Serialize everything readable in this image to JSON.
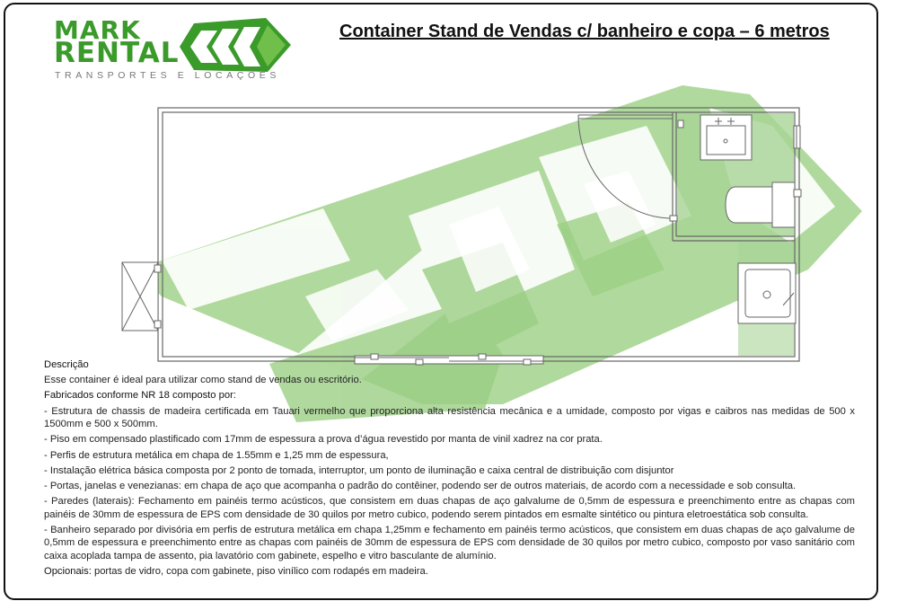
{
  "logo": {
    "line1": "MARK",
    "line2": "RENTAL",
    "tagline": "TRANSPORTES E LOCAÇÕES"
  },
  "title": "Container Stand de Vendas c/ banheiro e copa – 6 metros",
  "colors": {
    "brand_green": "#3a9a2a",
    "watermark_green": "#9ccf85",
    "floor_green": "#a8d496"
  },
  "description": {
    "heading": "Descrição",
    "intro": "Esse container é ideal para utilizar como stand de vendas ou escritório.",
    "fabricated": "Fabricados conforme NR 18 composto por:",
    "items": [
      "- Estrutura de chassis de madeira certificada em Tauari vermelho que proporciona alta resistência mecânica e a umidade, composto por vigas e caibros nas medidas de 500 x 1500mm e 500 x 500mm.",
      "- Piso em compensado plastificado com 17mm de espessura a prova d’água revestido por manta de vinil xadrez na cor prata.",
      "- Perfis de estrutura metálica em chapa de 1.55mm e 1,25 mm de espessura,",
      "- Instalação elétrica básica composta por 2 ponto de tomada, interruptor, um ponto de iluminação e caixa central de distribuição com disjuntor",
      "- Portas, janelas e venezianas: em chapa de aço que acompanha o padrão do contêiner, podendo ser de outros materiais, de acordo com a necessidade e sob consulta.",
      "- Paredes (laterais): Fechamento em painéis termo acústicos, que consistem em duas chapas de aço galvalume de 0,5mm de espessura e preenchimento entre as chapas com painéis de 30mm de espessura de EPS com densidade de 30 quilos por metro cubico, podendo serem pintados em esmalte sintético ou pintura eletroestática sob consulta.",
      "- Banheiro separado por divisória em perfis de estrutura metálica em chapa 1,25mm e fechamento em painéis termo acústicos, que consistem em duas chapas de aço galvalume de 0,5mm de espessura e preenchimento entre as chapas com painéis de 30mm de espessura de EPS com densidade de 30 quilos por metro cubico, composto por vaso sanitário com caixa acoplada tampa de assento, pia lavatório com gabinete, espelho e vitro basculante de alumínio."
    ],
    "optionals_label": "Opcionais:",
    "optionals_text": " portas de vidro, copa com gabinete, piso vinílico com rodapés em madeira."
  }
}
